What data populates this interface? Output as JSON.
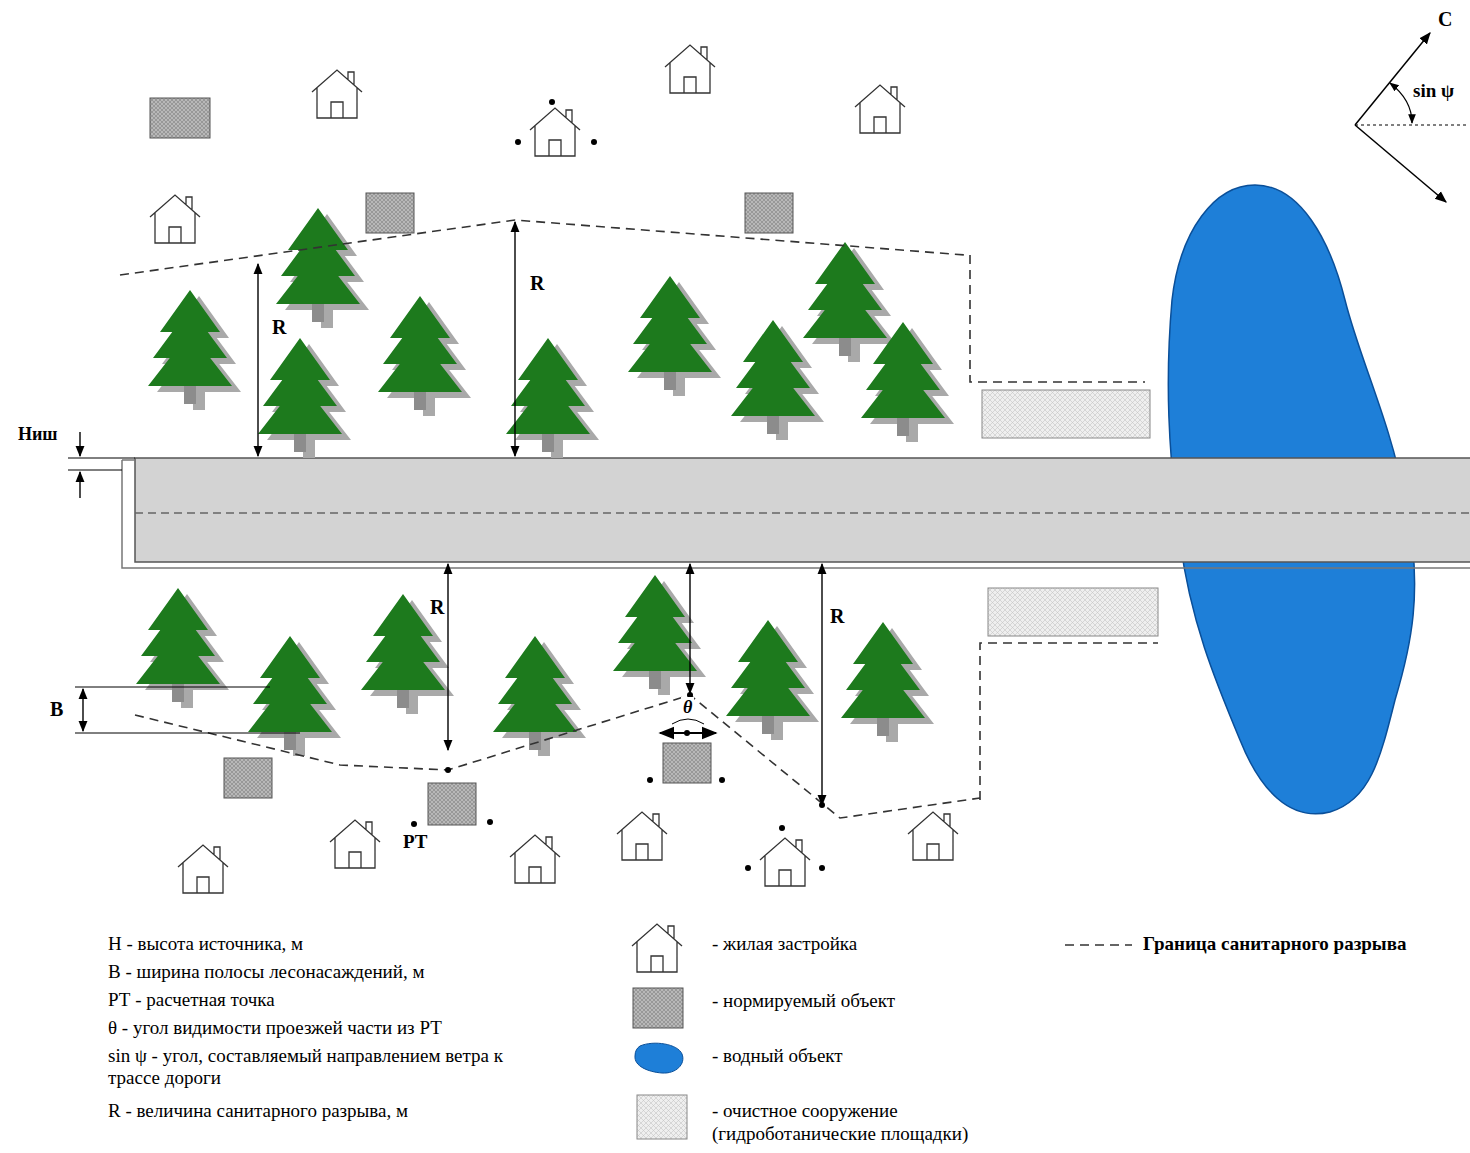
{
  "diagram": {
    "labels": [
      "Ниш",
      "R",
      "R",
      "R",
      "R",
      "B",
      "θ",
      "РТ",
      "С",
      "sin ψ",
      "H - высота источника, м",
      "B - ширина полосы лесонасаждений, м",
      "РТ - расчетная точка",
      "θ - угол видимости проезжей части из РТ",
      "sin ψ - угол, составляемый направлением ветра к трассе дороги",
      "R - величина санитарного разрыва, м"
    ],
    "legend": [
      {
        "text": "- жилая застройка"
      },
      {
        "text": "- нормируемый объект"
      },
      {
        "text": "- водный объект",
        "color": "#1e7fd8"
      },
      {
        "text": "- очистное сооружение (гидроботанические площадки)"
      },
      {
        "text": "Граница санитарного разрыва"
      }
    ]
  }
}
